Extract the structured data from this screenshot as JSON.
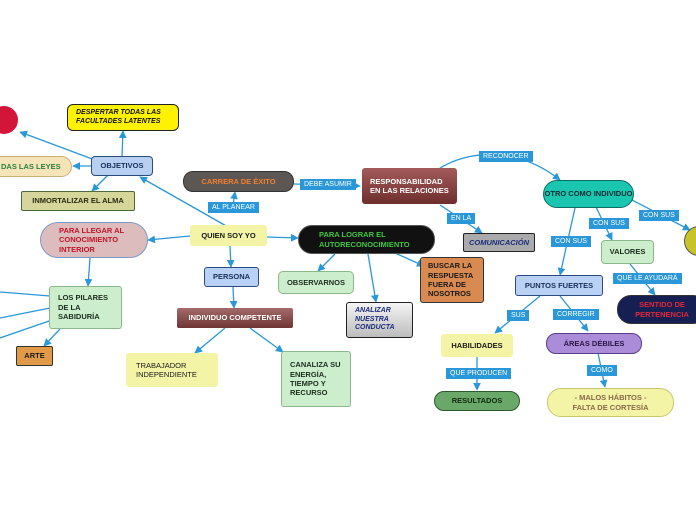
{
  "nodes": {
    "desc_red": "",
    "despertar": "DESPERTAR TODAS LAS FACULTADES LATENTES",
    "todas_leyes": "DAS LAS LEYES",
    "objetivos": "OBJETIVOS",
    "inmortalizar": "INMORTALIZAR EL ALMA",
    "carrera": "CARRERA DE ÉXITO",
    "responsabilidad": "RESPONSABILIDAD EN LAS RELACIONES",
    "otro_como": "OTRO COMO INDIVIDUO",
    "para_llegar": "PARA LLEGAR AL CONOCIMIENTO INTERIOR",
    "quien_soy": "QUIEN SOY YO",
    "para_lograr": "PARA LOGRAR EL AUTORECONOCIMIENTO",
    "comunicacion": "COMUNICACIÓN",
    "valores": "VALORES",
    "persona": "PERSONA",
    "observarnos": "OBSERVARNOS",
    "buscar": "BUSCAR LA RESPUESTA FUERA DE NOSOTROS",
    "puntos": "PUNTOS FUERTES",
    "pilares": "LOS PILARES DE LA SABIDURÍA",
    "individuo": "INDIVIDUO COMPETENTE",
    "analizar": "ANALIZAR NUESTRA CONDUCTA",
    "sentido": "SENTIDO DE PERTENENCIA",
    "arte": "ARTE",
    "habilidades": "HABILIDADES",
    "areas": "ÁREAS DÉBILES",
    "trabajador": "TRABAJADOR INDEPENDIENTE",
    "canaliza": "CANALIZA SU ENERGÍA, TIEMPO Y RECURSO",
    "resultados": "RESULTADOS",
    "malos": "- MALOS HÁBITOS - FALTA DE CORTESÍA",
    "olive": ""
  },
  "connectors": {
    "al_planear": "AL PLANEAR",
    "debe_asumir": "DEBE ASUMIR",
    "reconocer": "RECONOCER",
    "en_la": "EN LA",
    "con_sus_1": "CON SUS",
    "con_sus_2": "CON SUS",
    "con_sus_3": "CON SUS",
    "que_le_ayudara": "QUE LE AYUDARÁ",
    "sus": "SUS",
    "corregir": "CORREGIR",
    "que_producen": "QUE PRODUCEN",
    "como": "COMO"
  },
  "colors": {
    "connector": "#2a97d8",
    "edge": "#2a97d8"
  }
}
